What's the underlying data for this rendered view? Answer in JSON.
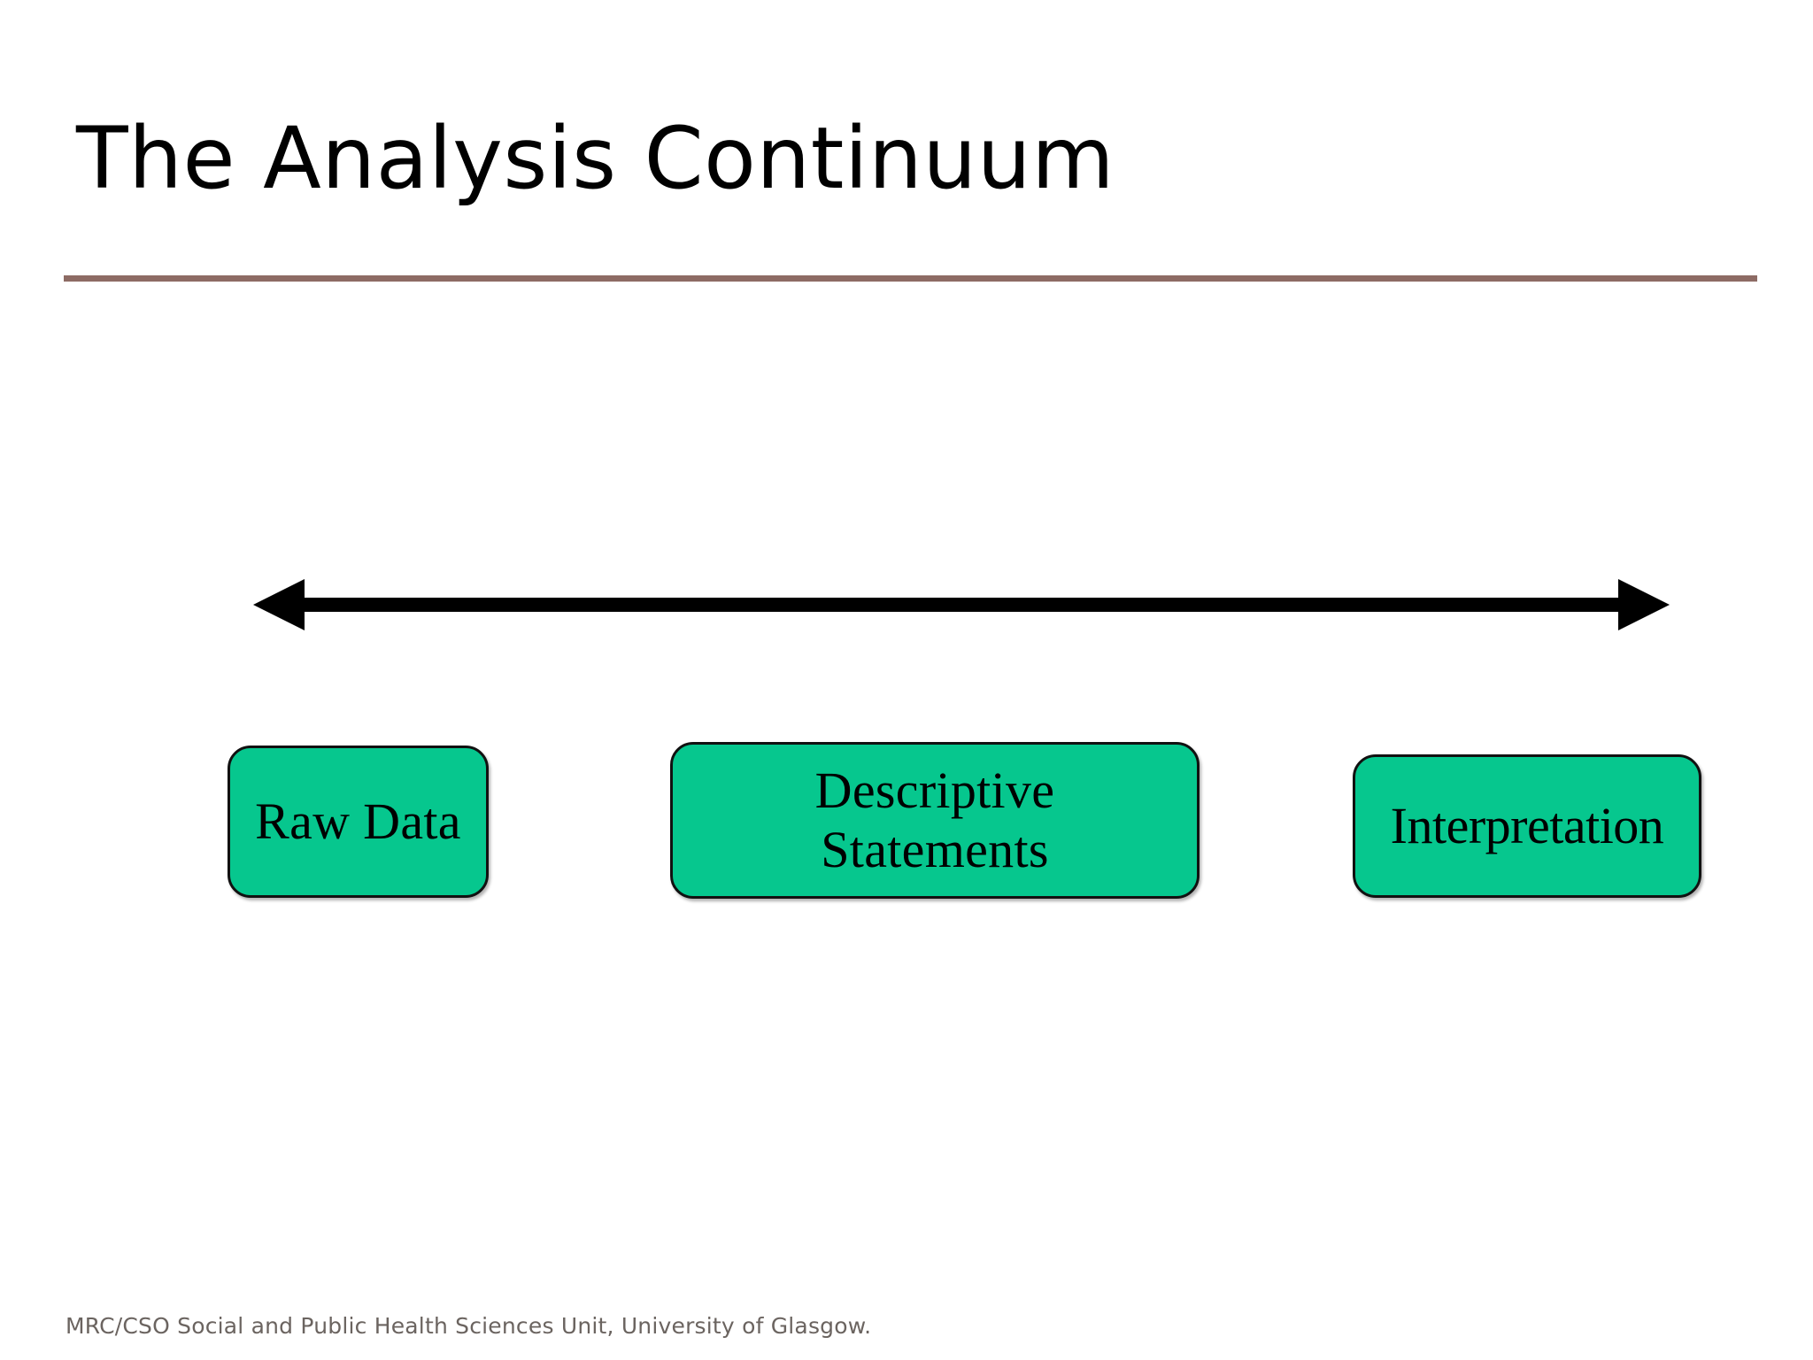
{
  "slide": {
    "title": "The Analysis Continuum",
    "background_color": "#ffffff",
    "rule_color": "#8d6b64",
    "accent_color": "#06c78e",
    "footer": "MRC/CSO Social and Public Health Sciences Unit, University of Glasgow."
  },
  "diagram": {
    "type": "continuum",
    "arrow": {
      "name": "double-headed-arrow",
      "direction": "bidirectional",
      "color": "#000000"
    },
    "stages": [
      {
        "label": "Raw Data",
        "position": "left",
        "fill": "#06c78e",
        "border": "#111111"
      },
      {
        "label": "Descriptive\nStatements",
        "position": "center",
        "fill": "#06c78e",
        "border": "#111111"
      },
      {
        "label": "Interpretation",
        "position": "right",
        "fill": "#06c78e",
        "border": "#111111"
      }
    ]
  }
}
